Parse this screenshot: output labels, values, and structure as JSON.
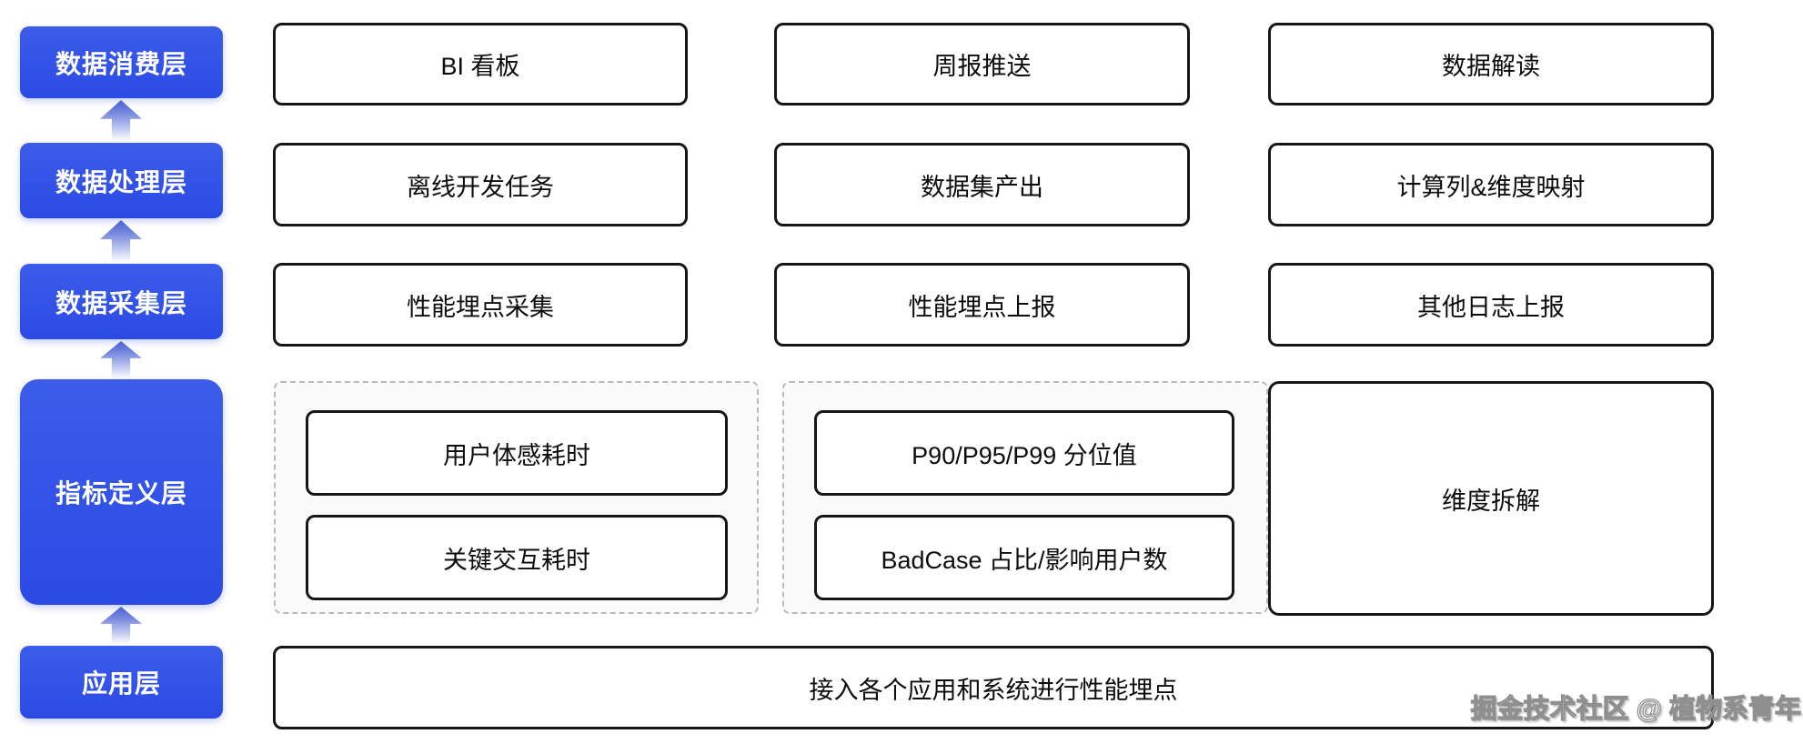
{
  "colors": {
    "layer_blue": "#2b4ae4",
    "layer_blue_light": "#3d5ceb",
    "box_border": "#161616",
    "dashed_border": "#b9b9bd",
    "dashed_background": "#fafafa",
    "text_dark": "#0c0c0c",
    "arrow_blue": "#4a5fd3"
  },
  "layers": [
    {
      "label": "数据消费层"
    },
    {
      "label": "数据处理层"
    },
    {
      "label": "数据采集层"
    },
    {
      "label": "指标定义层"
    },
    {
      "label": "应用层"
    }
  ],
  "rows": {
    "consumption": [
      "BI 看板",
      "周报推送",
      "数据解读"
    ],
    "processing": [
      "离线开发任务",
      "数据集产出",
      "计算列&维度映射"
    ],
    "collection": [
      "性能埋点采集",
      "性能埋点上报",
      "其他日志上报"
    ]
  },
  "metric_groups": {
    "group1": [
      "用户体感耗时",
      "关键交互耗时"
    ],
    "group2": [
      "P90/P95/P99 分位值",
      "BadCase 占比/影响用户数"
    ],
    "side_box": "维度拆解"
  },
  "application_row": "接入各个应用和系统进行性能埋点",
  "watermark": "掘金技术社区 @ 植物系青年"
}
